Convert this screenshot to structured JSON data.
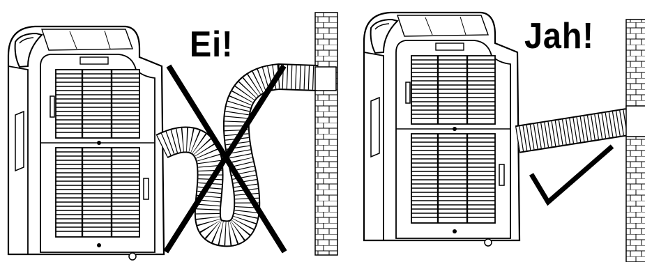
{
  "panels": [
    {
      "id": "wrong",
      "label": "Ei!",
      "hose": "sagging-looped",
      "mark": "cross-mark"
    },
    {
      "id": "right",
      "label": "Jah!",
      "hose": "straight-short",
      "mark": "check-mark"
    }
  ],
  "colors": {
    "line": "#000000",
    "background": "#ffffff"
  }
}
